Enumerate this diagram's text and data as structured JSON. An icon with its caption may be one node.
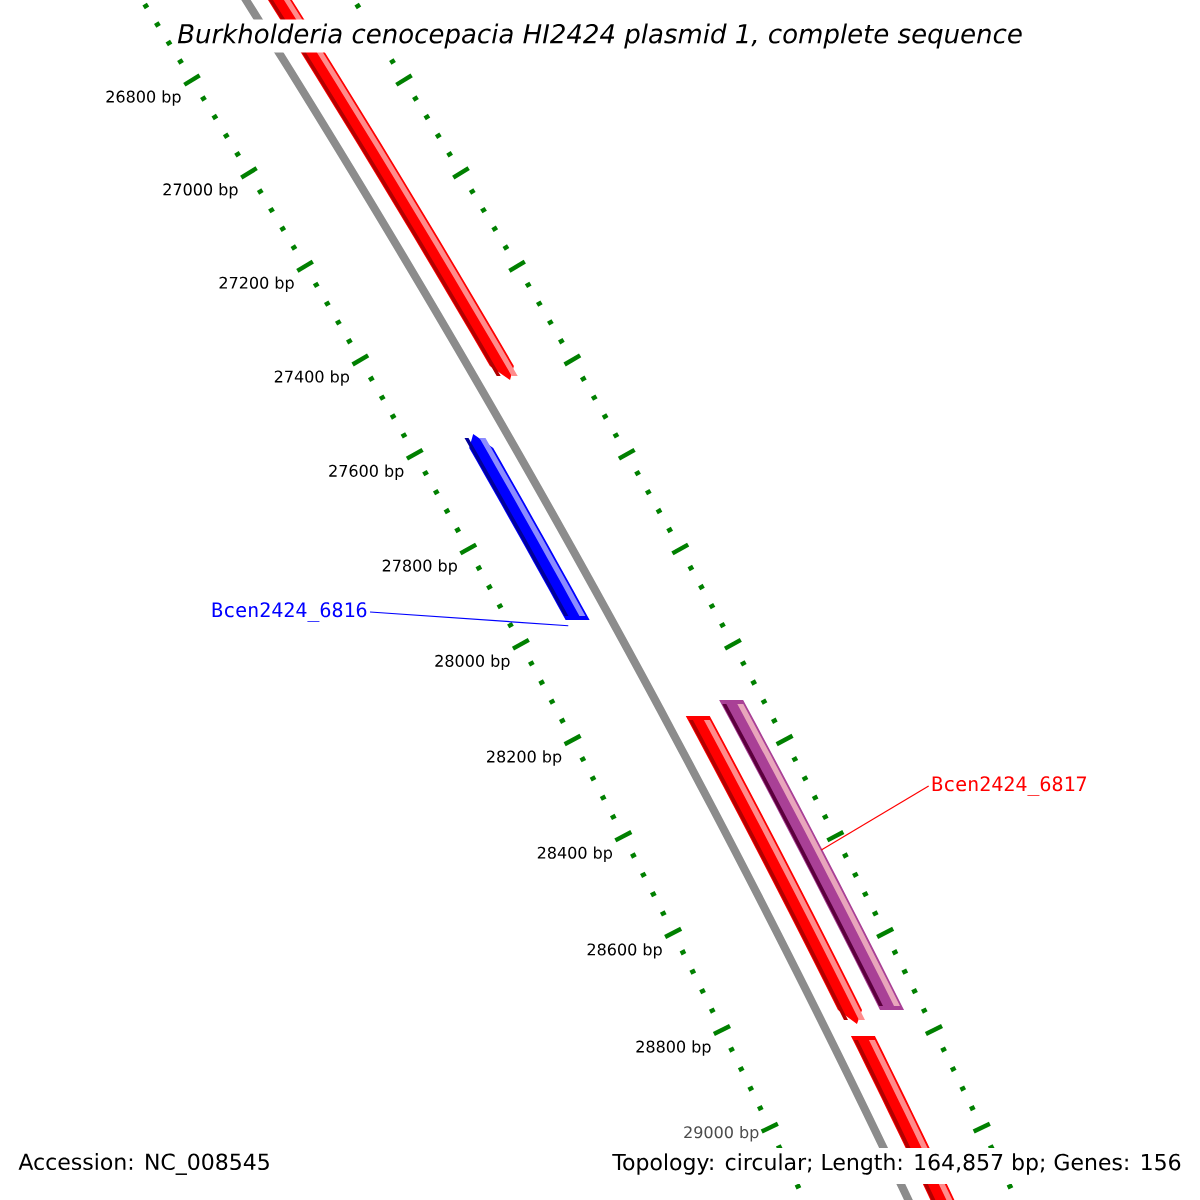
{
  "diagram": {
    "title": "Burkholderia cenocepacia HI2424 plasmid 1, complete sequence",
    "nodes": [
      {
        "text": [
          "Bcen2424_6816"
        ]
      },
      {
        "text": [],
        "shape": "arrow"
      },
      {
        "text": [
          "Bcen2424_6817"
        ]
      },
      {
        "text": [],
        "shape": "bar"
      }
    ],
    "edges": [
      {
        "from": 0,
        "to": 1,
        "arrow": "none",
        "color": "#0000ff"
      },
      {
        "from": 2,
        "to": 3,
        "arrow": "none",
        "color": "#ff0000"
      }
    ],
    "labels": [
      "26800 bp",
      "27000 bp",
      "27200 bp",
      "27400 bp",
      "27600 bp",
      "27800 bp",
      "28000 bp",
      "28200 bp",
      "28400 bp",
      "28600 bp",
      "28800 bp",
      "29000 bp",
      "Accession: NC_008545",
      "Topology: circular; Length: 164,857 bp; Genes: 156"
    ]
  }
}
